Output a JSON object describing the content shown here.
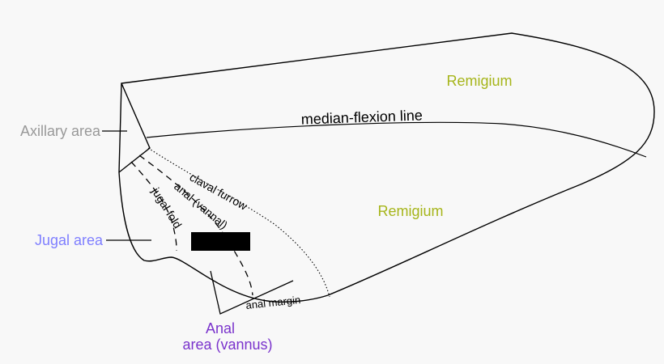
{
  "labels": {
    "remigium_top": "Remigium",
    "remigium_mid": "Remigium",
    "median_flexion": "median-flexion line",
    "axillary_area": "Axillary area",
    "claval_furrow": "claval furrow",
    "anal_vannal": "anal (vannal)",
    "jugal_fold": "jugal fold",
    "jugal_area": "Jugal area",
    "anal_margin": "anal margin",
    "anal_area_line1": "Anal",
    "anal_area_line2": "area (vannus)"
  },
  "colors": {
    "background": "#f8f8f8",
    "outline": "#000000",
    "remigium": "#a6b51a",
    "axillary": "#999999",
    "jugal": "#7f7fff",
    "anal_area": "#7a33cc",
    "redaction": "#000000"
  }
}
